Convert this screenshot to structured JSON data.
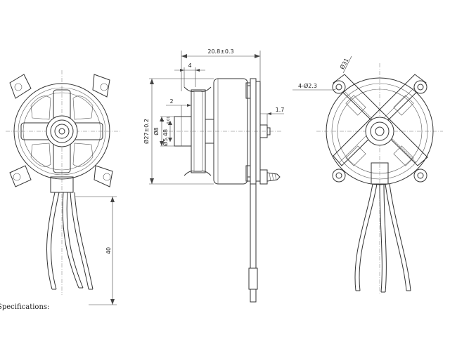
{
  "dimensions": {
    "overall_length": "20.8±0.3",
    "flange_width": "4",
    "shaft_step": "2",
    "diameter_body": "Ø27±0.2",
    "diameter_boss": "Ø8",
    "diameter_shaft": "Ø5.48",
    "shaft_tol_upper": "0",
    "shaft_tol_lower": "-0.01",
    "protrusion": "1.7",
    "lead_length": "40",
    "mount_holes": "4-Ø2.3",
    "bolt_circle": "Ø31"
  },
  "footer": {
    "text": "Specifications:"
  }
}
